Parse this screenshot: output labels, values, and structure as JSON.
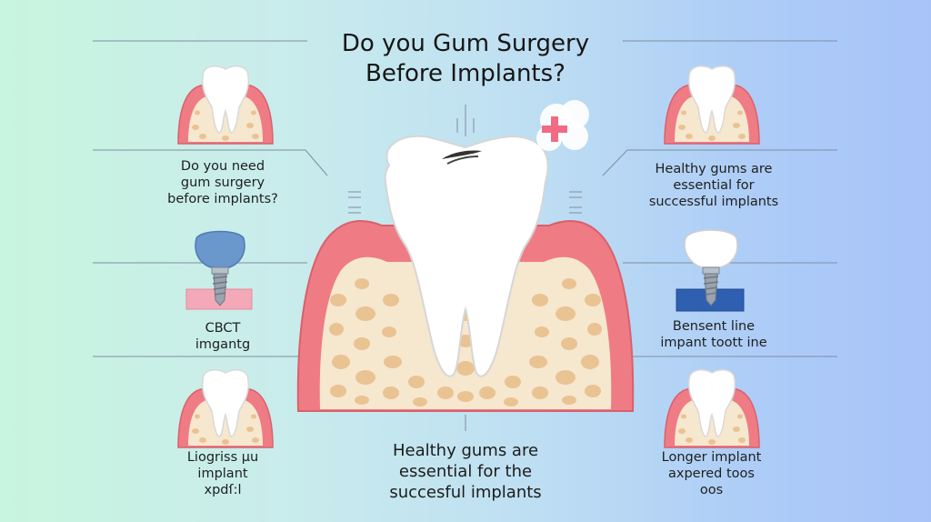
{
  "title": {
    "line1": "Do you Gum Surgery",
    "line2": "Before Implants?"
  },
  "labels": {
    "left_top": [
      "Do you need",
      "gum surgery",
      "before implants?"
    ],
    "left_mid": [
      "CBCT",
      "imgantg"
    ],
    "left_bottom": [
      "Liogriss μu",
      "implant",
      "xpdſ:l"
    ],
    "right_top": [
      "Healthy gums are",
      "essential for",
      "successful implants"
    ],
    "right_mid": [
      "Bensent line",
      "impant toott ine"
    ],
    "right_bottom": [
      "Longer implant",
      "axpered toos",
      "oos"
    ],
    "bottom_center": [
      "Healthy gums are",
      "essential for the",
      "succesful implants"
    ]
  },
  "colors": {
    "gum": "#ef7c85",
    "gum_light": "#f7b7bd",
    "bone": "#f6e7cf",
    "bone_dot": "#eac393",
    "tooth": "#ffffff",
    "implant_crown_blue": "#6a97cc",
    "implant_base_blue": "#2f5fb0",
    "line": "#7f8ea1",
    "cross": "#f06b83"
  },
  "icons": {
    "main": "molar-in-gum-cross-section",
    "top_left": "tooth-in-gum-icon",
    "mid_left": "dental-implant-icon",
    "bottom_left": "tooth-in-gum-icon",
    "top_right": "tooth-in-gum-icon",
    "mid_right": "dental-implant-icon",
    "bottom_right": "tooth-in-gum-icon",
    "cloud": "medical-cross-cloud-icon"
  }
}
